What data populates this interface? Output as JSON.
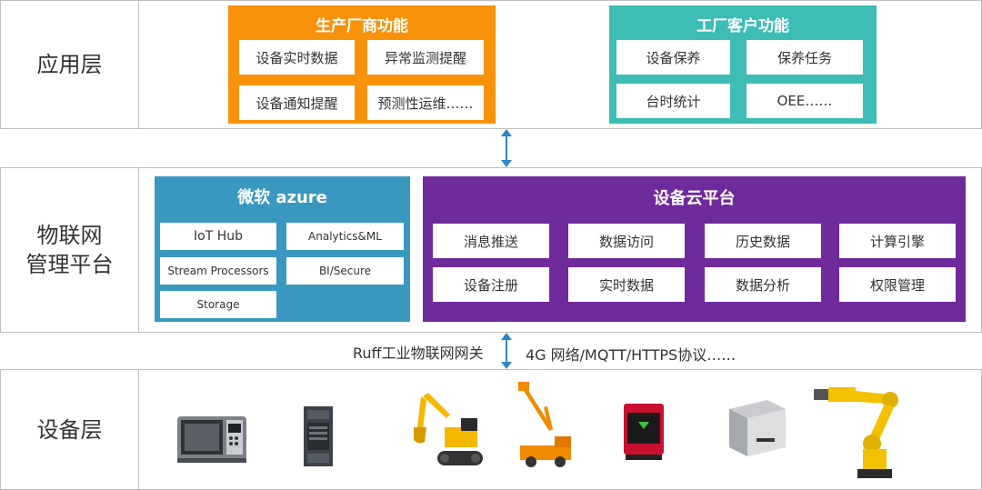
{
  "layers": {
    "app": "应用层",
    "platform": "物联网\n管理平台",
    "device": "设备层"
  },
  "manufacturer": {
    "title": "生产厂商功能",
    "items": [
      "设备实时数据",
      "异常监测提醒",
      "设备通知提醒",
      "预测性运维……"
    ]
  },
  "customer": {
    "title": "工厂客户功能",
    "items": [
      "设备保养",
      "保养任务",
      "台时统计",
      "OEE……"
    ]
  },
  "azure": {
    "title": "微软 azure",
    "items": [
      "IoT Hub",
      "Analytics&ML",
      "Stream Processors",
      "BI/Secure",
      "Storage"
    ]
  },
  "cloud": {
    "title": "设备云平台",
    "items": [
      "消息推送",
      "数据访问",
      "历史数据",
      "计算引擎",
      "设备注册",
      "实时数据",
      "数据分析",
      "权限管理"
    ]
  },
  "gateway": {
    "left": "Ruff工业物联网网关",
    "right": "4G 网络/MQTT/HTTPS协议……"
  },
  "devices": {
    "icons": [
      "cnc-lathe-icon",
      "plc-module-icon",
      "excavator-icon",
      "aerial-lift-truck-icon",
      "sensor-box-icon",
      "gateway-box-icon",
      "robot-arm-icon"
    ]
  },
  "colors": {
    "manufacturer": "#f7920a",
    "customer": "#3dbdb4",
    "azure": "#3a97c0",
    "cloud": "#6f2a9b",
    "arrow": "#2e86c1"
  }
}
